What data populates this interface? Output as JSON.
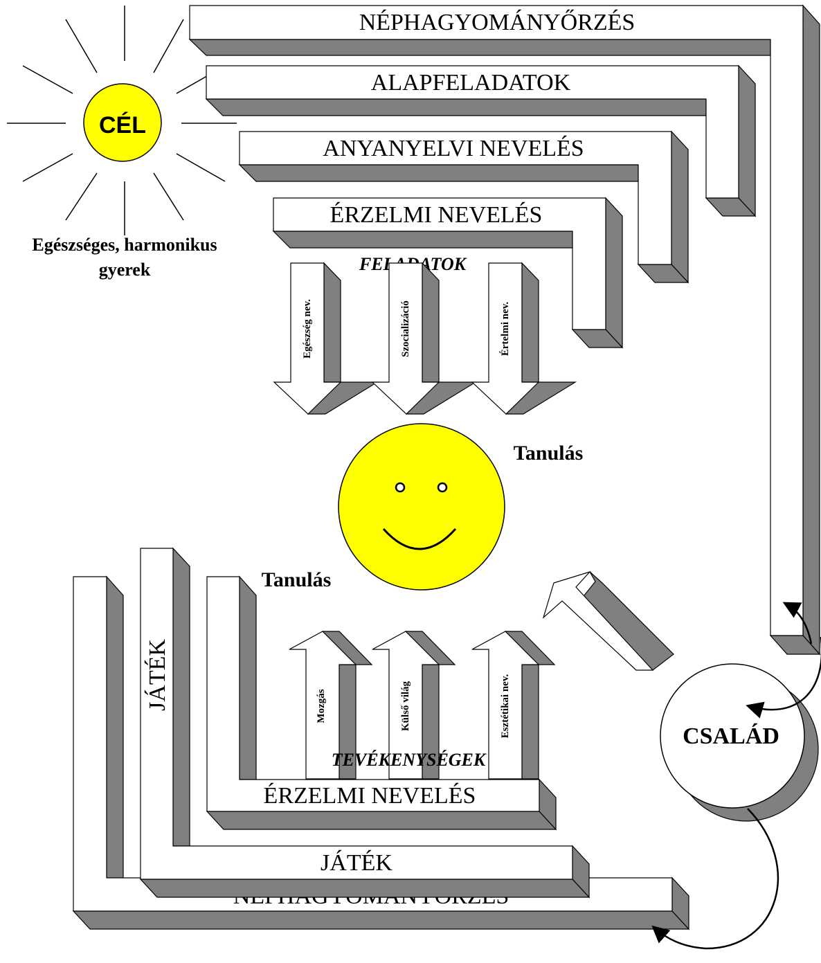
{
  "goal": {
    "label": "CÉL",
    "caption_line1": "Egészséges, harmonikus",
    "caption_line2": "gyerek",
    "sun_color": "#FFFF00"
  },
  "top_bands": [
    "NÉPHAGYOMÁNYŐRZÉS",
    "ALAPFELADATOK",
    "ANYANYELVI NEVELÉS",
    "ÉRZELMI NEVELÉS"
  ],
  "tasks_title": "FELADATOK",
  "task_arrows": [
    "Egészség nev.",
    "Szocializáció",
    "Értelmi nev."
  ],
  "smiley": {
    "label_right": "Tanulás",
    "label_left": "Tanulás",
    "color": "#FFFF00"
  },
  "activity_arrows": [
    "Mozgás",
    "Külső világ",
    "Esztétikai nev."
  ],
  "activities_title": "TEVÉKENYSÉGEK",
  "bottom_bands": {
    "inner": "ÉRZELMI NEVELÉS",
    "middle": "JÁTÉK",
    "outer": "NÉPHAGYOMÁNYŐRZÉS",
    "vertical": "JÁTÉK"
  },
  "family": {
    "label": "CSALÁD"
  },
  "colors": {
    "shadow": "#808080",
    "yellow": "#FFFF00",
    "outline": "#000000"
  }
}
